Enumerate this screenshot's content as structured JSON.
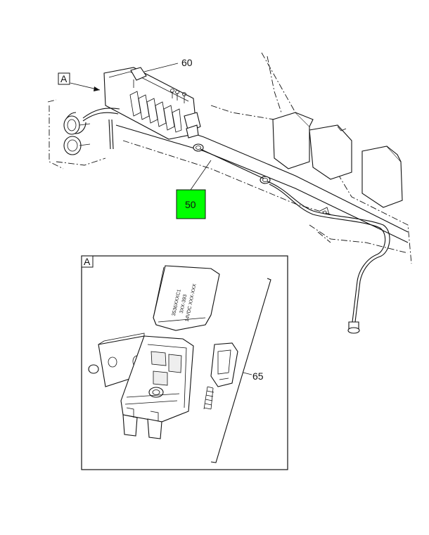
{
  "callouts": {
    "view_a_label": "A",
    "detail_a_label": "A",
    "part_60": "60",
    "part_50": "50",
    "part_65": "65"
  },
  "fuse_cover_text": {
    "line1": "3536XXXC1",
    "line2": "3XX-393",
    "line3": "14VDC XXX-XXX"
  },
  "colors": {
    "highlight": "#00ff00",
    "line": "#111111",
    "background": "#ffffff"
  }
}
